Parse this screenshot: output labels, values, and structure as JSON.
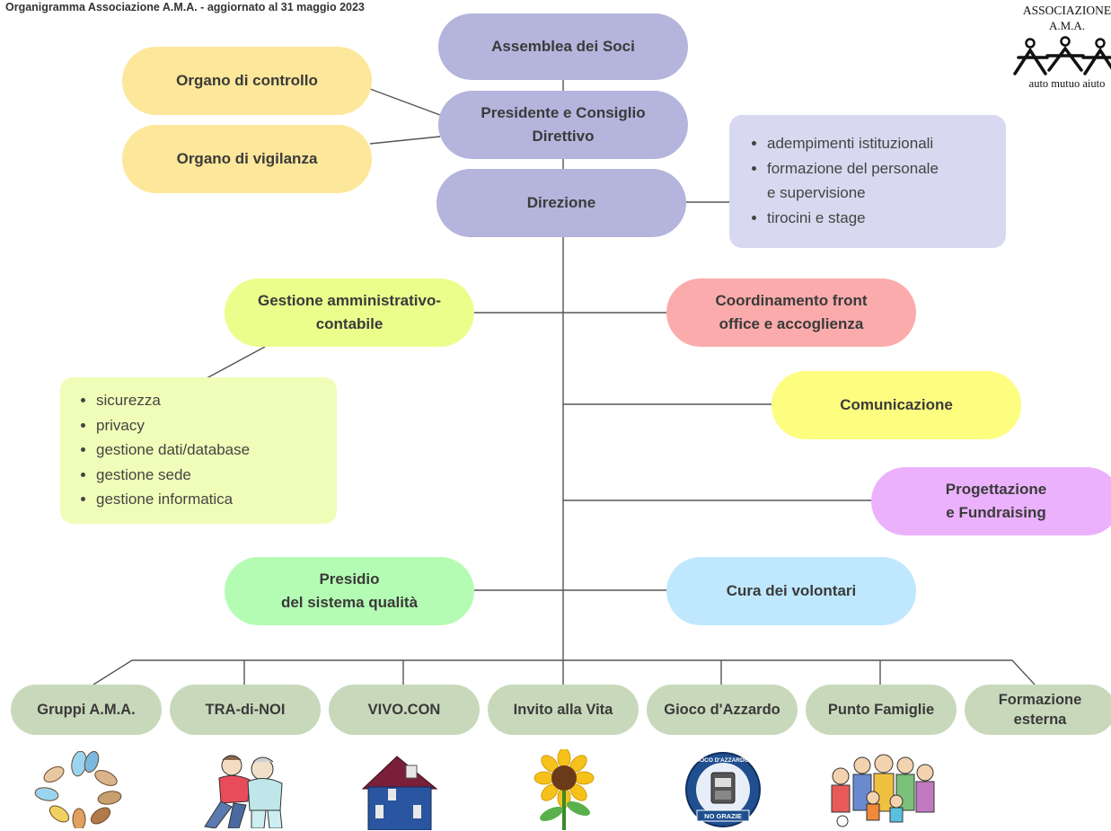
{
  "header": {
    "title": "Organigramma Associazione A.M.A. - aggiornato al 31 maggio 2023"
  },
  "logo": {
    "line1": "ASSOCIAZIONE",
    "line2": "A.M.A.",
    "line3": "auto mutuo aiuto"
  },
  "nodes": {
    "assemblea": "Assemblea dei Soci",
    "presidente": "Presidente e Consiglio\nDirettivo",
    "controllo": "Organo di controllo",
    "vigilanza": "Organo di vigilanza",
    "direzione": "Direzione",
    "gestione": "Gestione amministrativo-\ncontabile",
    "front_office": "Coordinamento front\noffice e accoglienza",
    "comunicazione": "Comunicazione",
    "progettazione": "Progettazione\ne Fundraising",
    "presidio": "Presidio\ndel sistema qualità",
    "volontari": "Cura dei volontari"
  },
  "direzione_tasks": [
    "adempimenti istituzionali",
    "formazione del personale\ne supervisione",
    "tirocini e stage"
  ],
  "gestione_tasks": [
    "sicurezza",
    "privacy",
    "gestione dati/database",
    "gestione sede",
    "gestione informatica"
  ],
  "projects": [
    "Gruppi A.M.A.",
    "TRA-di-NOI",
    "VIVO.CON",
    "Invito alla Vita",
    "Gioco d'Azzardo",
    "Punto Famiglie",
    "Formazione\nesterna"
  ],
  "badge": {
    "top": "GIOCO D'AZZARDO?",
    "bottom": "NO GRAZIE"
  },
  "colors": {
    "governance": "#b4b4dc",
    "organs": "#fde79a",
    "admin": "#ebfe8c",
    "front_office": "#fbabab",
    "communication": "#fdfd80",
    "fundraising": "#ebb1fd",
    "quality": "#b4fcb4",
    "volunteers": "#bfe8fe",
    "projects": "#c8d9bb",
    "task_card_direzione": "#d8d8f0",
    "task_card_gestione": "#f0fdb8",
    "connector": "#555555"
  }
}
